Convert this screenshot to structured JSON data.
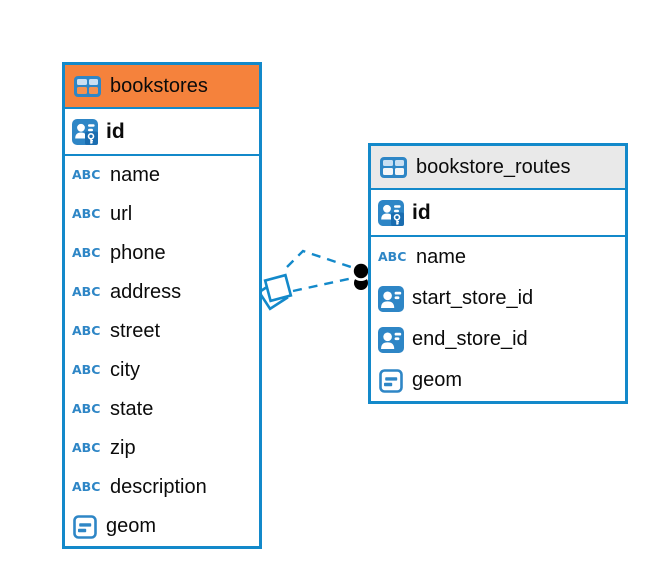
{
  "colors": {
    "accent_blue": "#1389CA",
    "icon_blue": "#2E86C6",
    "bookstores_header": "#F5823C",
    "bookstore_routes_header": "#E9E9E9",
    "relation_marker_dot": "#000000",
    "canvas_background": "#FFFFFF"
  },
  "icons": {
    "text_label": "ABC",
    "table_icon": "table-grid-icon",
    "primary_key_icon": "person-key-icon",
    "reference_icon": "person-icon",
    "geometry_icon": "geometry-note-icon"
  },
  "tables": {
    "left": {
      "title": "bookstores",
      "primary_key": {
        "name": "id",
        "type": "primary-key"
      },
      "columns": [
        {
          "name": "name",
          "type": "text"
        },
        {
          "name": "url",
          "type": "text"
        },
        {
          "name": "phone",
          "type": "text"
        },
        {
          "name": "address",
          "type": "text"
        },
        {
          "name": "street",
          "type": "text"
        },
        {
          "name": "city",
          "type": "text"
        },
        {
          "name": "state",
          "type": "text"
        },
        {
          "name": "zip",
          "type": "text"
        },
        {
          "name": "description",
          "type": "text"
        },
        {
          "name": "geom",
          "type": "geometry"
        }
      ]
    },
    "right": {
      "title": "bookstore_routes",
      "primary_key": {
        "name": "id",
        "type": "primary-key"
      },
      "columns": [
        {
          "name": "name",
          "type": "text"
        },
        {
          "name": "start_store_id",
          "type": "reference"
        },
        {
          "name": "end_store_id",
          "type": "reference"
        },
        {
          "name": "geom",
          "type": "geometry"
        }
      ]
    }
  },
  "relation": {
    "from_table": "bookstores",
    "to_table": "bookstore_routes",
    "link_count": 2,
    "line_style": "dashed",
    "source_marker": "diamond",
    "target_marker": "dot"
  }
}
